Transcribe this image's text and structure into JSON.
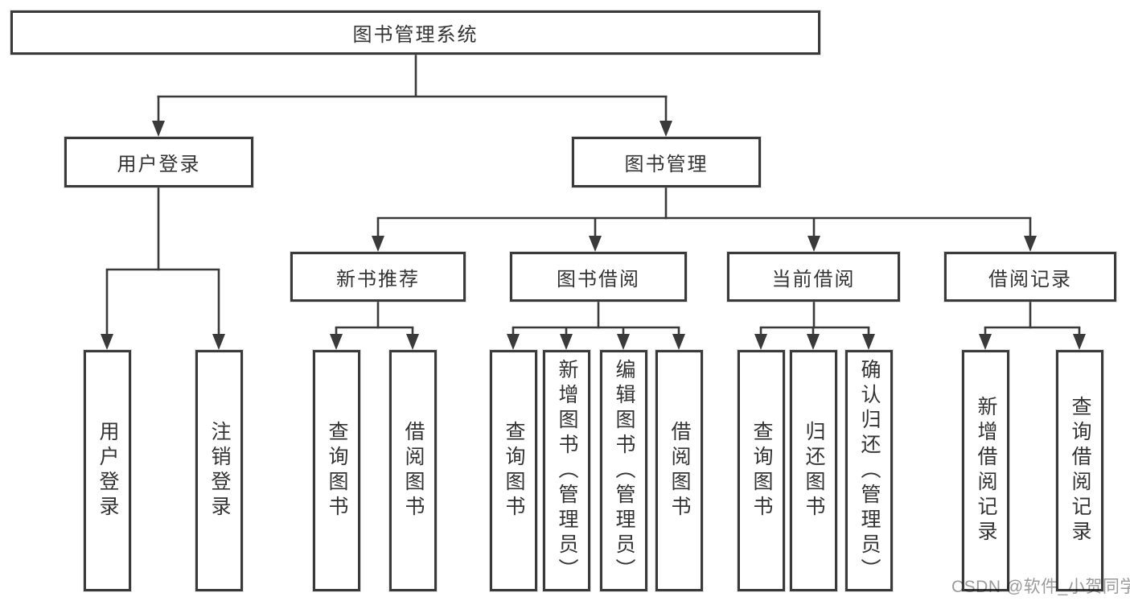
{
  "diagram": {
    "root": {
      "label": "图书管理系统"
    },
    "groups": [
      {
        "label": "用户登录",
        "leaves": [
          {
            "label": "用户登录"
          },
          {
            "label": "注销登录"
          }
        ]
      },
      {
        "label": "图书管理",
        "sections": [
          {
            "label": "新书推荐",
            "leaves": [
              {
                "label": "查询图书"
              },
              {
                "label": "借阅图书"
              }
            ]
          },
          {
            "label": "图书借阅",
            "leaves": [
              {
                "label": "查询图书"
              },
              {
                "label": "新增图书（管理员）"
              },
              {
                "label": "编辑图书（管理员）"
              },
              {
                "label": "借阅图书"
              }
            ]
          },
          {
            "label": "当前借阅",
            "leaves": [
              {
                "label": "查询图书"
              },
              {
                "label": "归还图书"
              },
              {
                "label": "确认归还（管理员）"
              }
            ]
          },
          {
            "label": "借阅记录",
            "leaves": [
              {
                "label": "新增借阅记录"
              },
              {
                "label": "查询借阅记录"
              }
            ]
          }
        ]
      }
    ]
  },
  "watermark": {
    "text": "CSDN @软件_小贺同学"
  },
  "colors": {
    "line": "#3a3a3a",
    "border": "#3a3a3a",
    "text": "#333333",
    "watermark": "#9b9b9b",
    "background": "#ffffff"
  }
}
